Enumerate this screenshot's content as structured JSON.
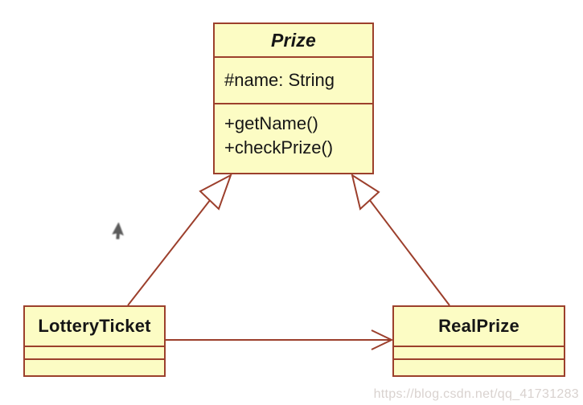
{
  "diagram": {
    "kind": "uml-class-diagram",
    "classes": [
      {
        "name": "Prize",
        "abstract": true,
        "attributes": [
          "#name: String"
        ],
        "methods": [
          "+getName()",
          "+checkPrize()"
        ]
      },
      {
        "name": "LotteryTicket",
        "abstract": false,
        "attributes": [],
        "methods": []
      },
      {
        "name": "RealPrize",
        "abstract": false,
        "attributes": [],
        "methods": []
      }
    ],
    "relationships": [
      {
        "type": "generalization",
        "from": "LotteryTicket",
        "to": "Prize"
      },
      {
        "type": "generalization",
        "from": "RealPrize",
        "to": "Prize"
      },
      {
        "type": "association",
        "from": "LotteryTicket",
        "to": "RealPrize"
      }
    ]
  },
  "icons": {
    "cursor": "mouse-pointer-icon"
  },
  "watermark": {
    "text": "https://blog.csdn.net/qq_41731283"
  },
  "colors": {
    "background": "#FFFFFF",
    "class_fill": "#FCFCC4",
    "class_border": "#9C402C",
    "relationship_line": "#9C3F2C",
    "text": "#161616",
    "watermark_text": "#D9D2CF"
  }
}
